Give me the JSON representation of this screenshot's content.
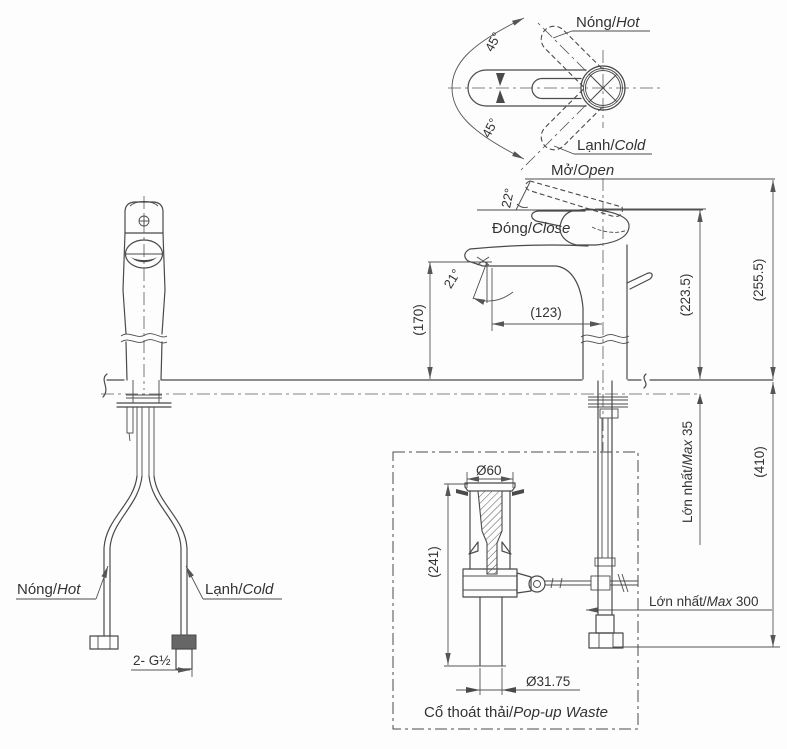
{
  "drawing": {
    "top_view": {
      "hot": {
        "pre": "Nóng/",
        "it": "Hot",
        "post": ""
      },
      "cold": {
        "pre": "Lạnh/",
        "it": "Cold",
        "post": ""
      },
      "angle_upper": "45°",
      "angle_lower": "45°"
    },
    "side_view": {
      "open": {
        "pre": "Mở/",
        "it": "Open",
        "post": ""
      },
      "close": {
        "pre": "Đóng/",
        "it": "Close",
        "post": ""
      },
      "open_angle": "22°",
      "spray_angle": "21°",
      "spout_height": "(170)",
      "spout_reach": "(123)",
      "height_to_spout_top": "(223.5)",
      "height_to_open_lever": "(255.5)"
    },
    "install": {
      "max_counter_thickness": {
        "pre": "Lớn nhất/",
        "it": "Max",
        "post": " 35"
      },
      "below_counter_depth": "(410)",
      "max_rod_length": {
        "pre": "Lớn nhất/",
        "it": "Max",
        "post": " 300"
      }
    },
    "popup": {
      "top_diameter": "Ø60",
      "depth": "(241)",
      "bottom_diameter": "Ø31.75",
      "caption": {
        "pre": "Cổ thoát thải/",
        "it": "Pop-up Waste",
        "post": ""
      }
    },
    "supply": {
      "hot": {
        "pre": "Nóng/",
        "it": "Hot",
        "post": ""
      },
      "cold": {
        "pre": "Lạnh/",
        "it": "Cold",
        "post": ""
      },
      "thread": "2- G½"
    }
  },
  "colors": {
    "line": "#4a4a4a",
    "text": "#333333",
    "background": "#fdfdfd"
  }
}
